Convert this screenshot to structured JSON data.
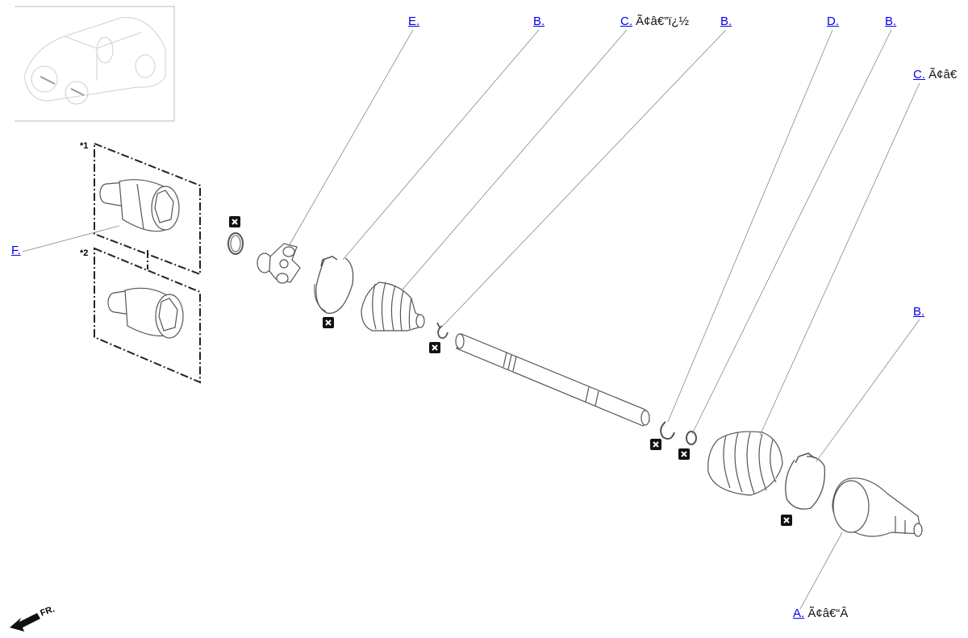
{
  "callouts": {
    "e_top": {
      "link": "E.",
      "text": ""
    },
    "b_top1": {
      "link": "B.",
      "text": ""
    },
    "c_top1": {
      "link": "C.",
      "text": "Ã¢â€”ï¿½"
    },
    "b_top2": {
      "link": "B.",
      "text": ""
    },
    "d_top": {
      "link": "D.",
      "text": ""
    },
    "b_top3": {
      "link": "B.",
      "text": ""
    },
    "c_right": {
      "link": "C.",
      "text": "Ã¢â€"
    },
    "b_right": {
      "link": "B.",
      "text": ""
    },
    "f_left": {
      "link": "F.",
      "text": ""
    },
    "a_bottom": {
      "link": "A.",
      "text": "Ã¢â€“Â"
    }
  },
  "variant_markers": {
    "m1": "*1",
    "m2": "*2"
  },
  "direction_label": "FR.",
  "icons": {
    "no_reuse": "no-reuse-x-icon",
    "direction_arrow": "front-arrow-icon",
    "locator": "vehicle-locator-icon"
  },
  "colors": {
    "link": "#0000ee",
    "part_stroke": "#555555",
    "leader": "#777777",
    "locator": "#cccccc"
  }
}
